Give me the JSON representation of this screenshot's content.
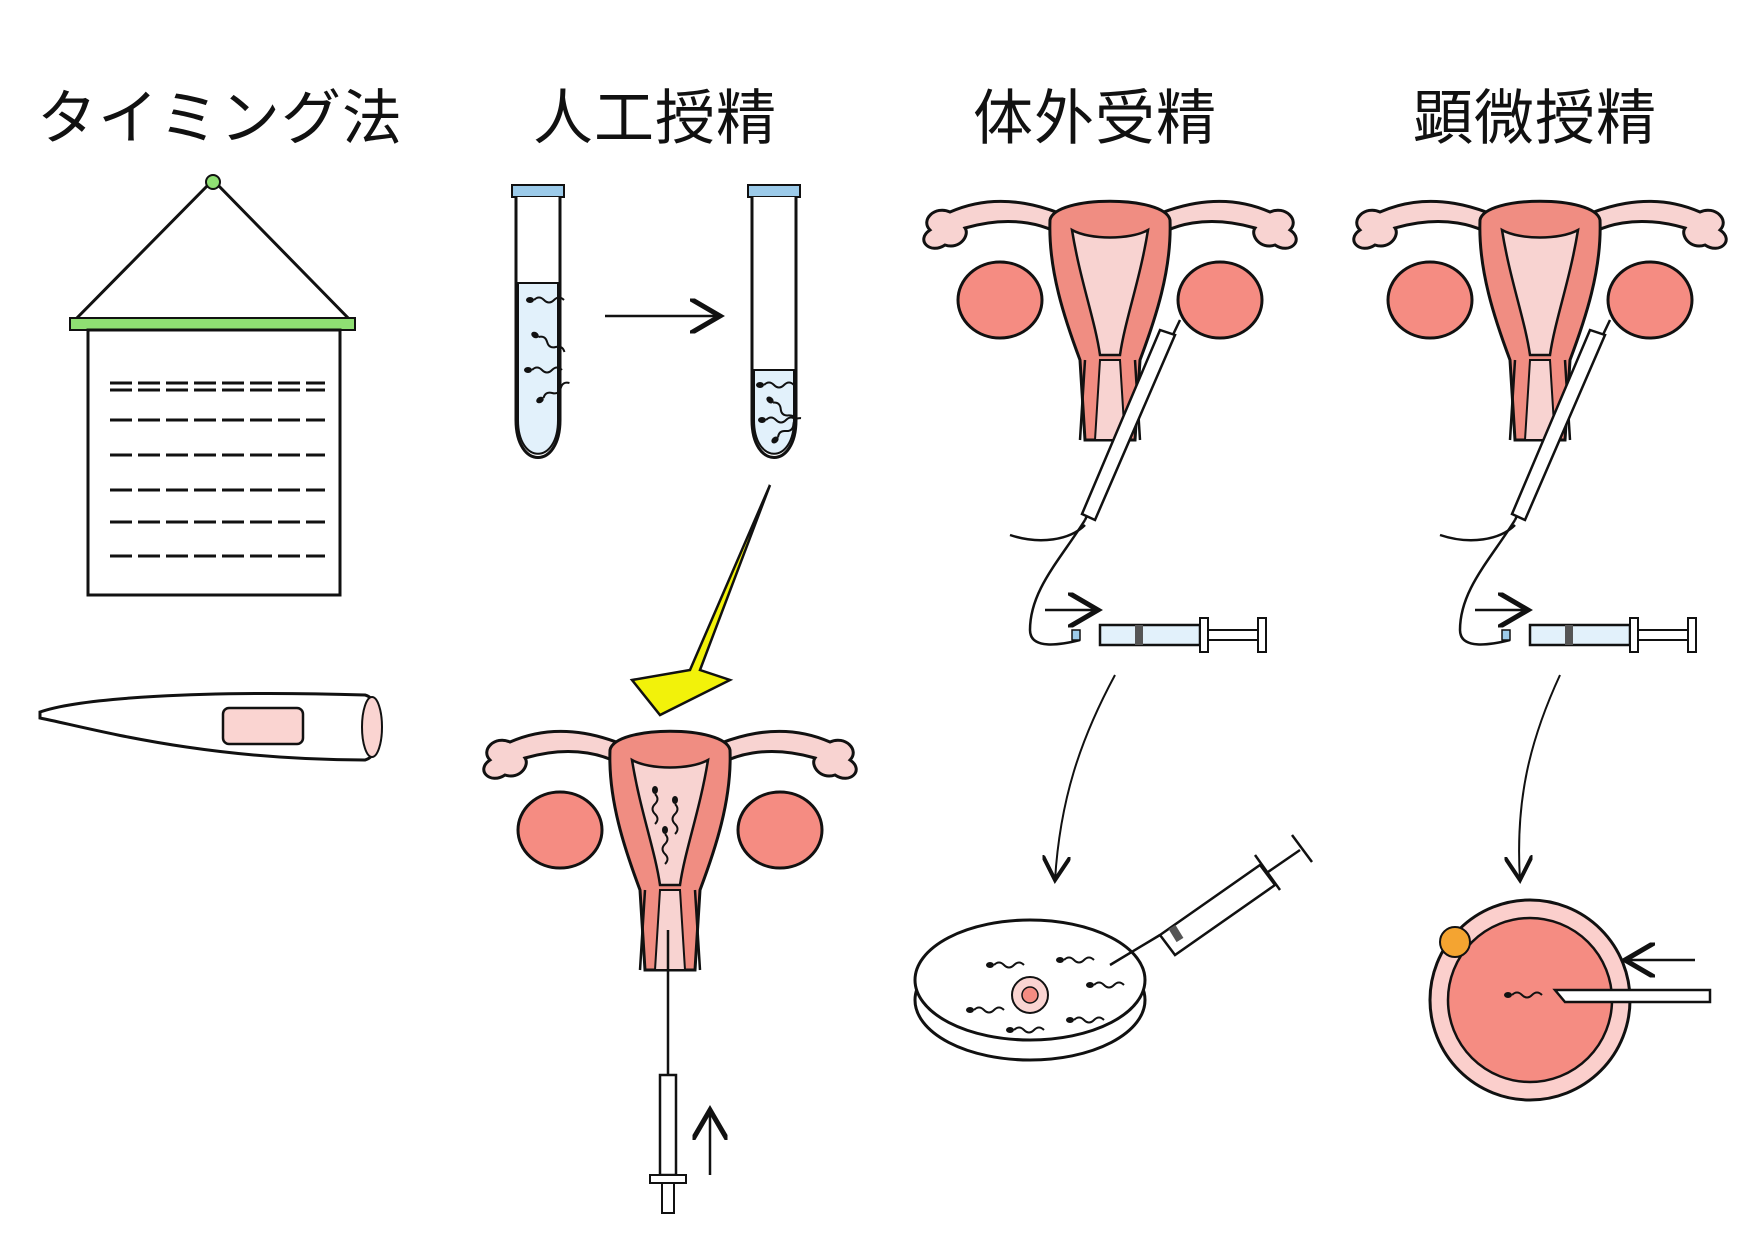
{
  "titles": {
    "timing": "タイミング法",
    "artificial": "人工授精",
    "ivf": "体外受精",
    "icsi": "顕微授精"
  },
  "colors": {
    "uterus_light": "#f8d3d1",
    "uterus_dark": "#f08d82",
    "ovary": "#f58c82",
    "liquid": "#e2f1fb",
    "tube_cap": "#9ccbea",
    "calendar_bar": "#8fdf73",
    "arrow_yellow": "#f2f20a",
    "egg_ring": "#fbcfcc",
    "egg_inner": "#f58c82",
    "polar_body": "#f4a431",
    "thermo_window": "#fad4d1"
  },
  "icons": [
    "calendar-icon",
    "thermometer-icon",
    "test-tube-icon",
    "uterus-icon",
    "syringe-icon",
    "petri-dish-icon",
    "egg-cell-icon",
    "sperm-icon"
  ]
}
